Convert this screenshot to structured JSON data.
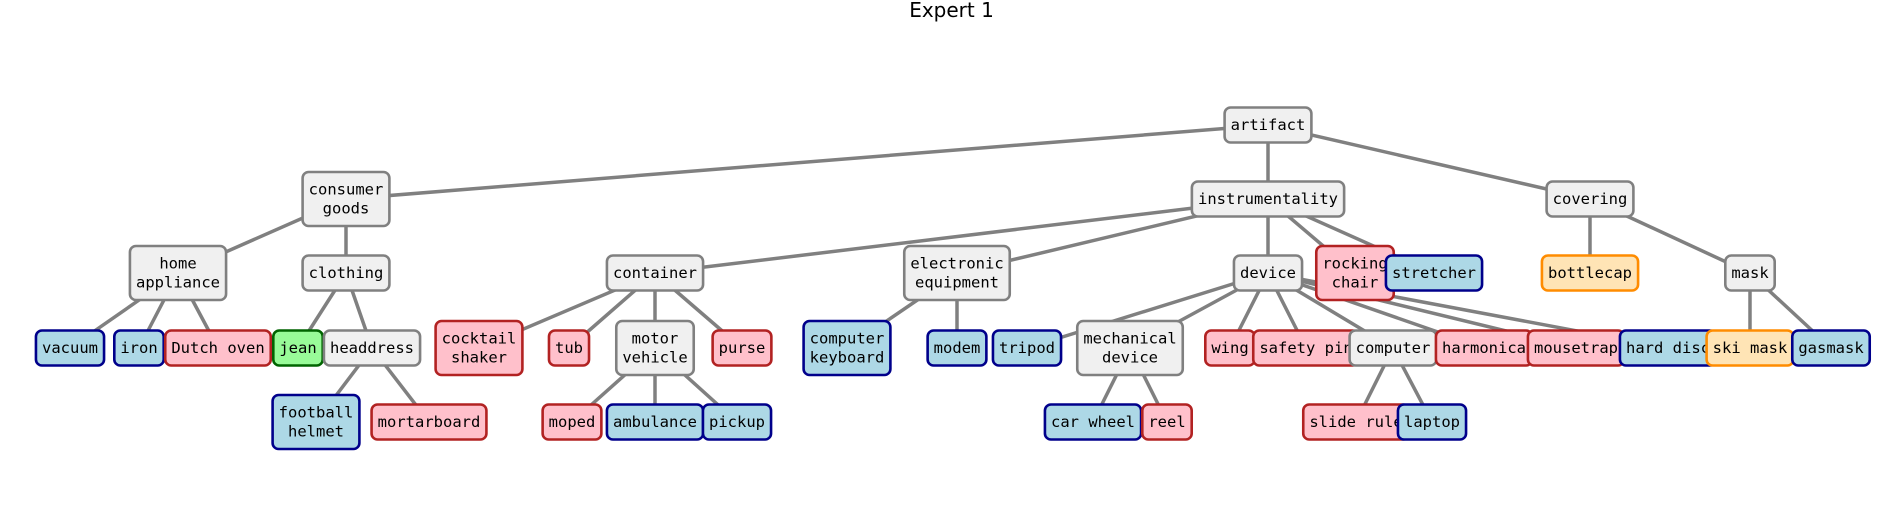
{
  "title": "Expert 1",
  "colors": {
    "internal": {
      "fill": "#f0f0f0",
      "stroke": "#808080"
    },
    "blue": {
      "fill": "#add8e6",
      "stroke": "#00008b"
    },
    "red": {
      "fill": "#ffc0cb",
      "stroke": "#b22222"
    },
    "green": {
      "fill": "#98fb98",
      "stroke": "#006400"
    },
    "orange": {
      "fill": "#ffe4b5",
      "stroke": "#ff8c00"
    },
    "edge": "#808080"
  },
  "nodes": [
    {
      "id": "artifact",
      "label": [
        "artifact"
      ],
      "style": "internal"
    },
    {
      "id": "consumer_goods",
      "label": [
        "consumer",
        "goods"
      ],
      "style": "internal",
      "parent": "artifact"
    },
    {
      "id": "instrumentality",
      "label": [
        "instrumentality"
      ],
      "style": "internal",
      "parent": "artifact"
    },
    {
      "id": "covering",
      "label": [
        "covering"
      ],
      "style": "internal",
      "parent": "artifact"
    },
    {
      "id": "home_appliance",
      "label": [
        "home",
        "appliance"
      ],
      "style": "internal",
      "parent": "consumer_goods"
    },
    {
      "id": "clothing",
      "label": [
        "clothing"
      ],
      "style": "internal",
      "parent": "consumer_goods"
    },
    {
      "id": "container",
      "label": [
        "container"
      ],
      "style": "internal",
      "parent": "instrumentality"
    },
    {
      "id": "electronic_equipment",
      "label": [
        "electronic",
        "equipment"
      ],
      "style": "internal",
      "parent": "instrumentality"
    },
    {
      "id": "device",
      "label": [
        "device"
      ],
      "style": "internal",
      "parent": "instrumentality"
    },
    {
      "id": "rocking_chair",
      "label": [
        "rocking",
        "chair"
      ],
      "style": "red",
      "parent": "instrumentality"
    },
    {
      "id": "stretcher",
      "label": [
        "stretcher"
      ],
      "style": "blue",
      "parent": "instrumentality"
    },
    {
      "id": "bottlecap",
      "label": [
        "bottlecap"
      ],
      "style": "orange",
      "parent": "covering"
    },
    {
      "id": "mask",
      "label": [
        "mask"
      ],
      "style": "internal",
      "parent": "covering"
    },
    {
      "id": "vacuum",
      "label": [
        "vacuum"
      ],
      "style": "blue",
      "parent": "home_appliance"
    },
    {
      "id": "iron",
      "label": [
        "iron"
      ],
      "style": "blue",
      "parent": "home_appliance"
    },
    {
      "id": "dutch_oven",
      "label": [
        "Dutch oven"
      ],
      "style": "red",
      "parent": "home_appliance"
    },
    {
      "id": "jean",
      "label": [
        "jean"
      ],
      "style": "green",
      "parent": "clothing"
    },
    {
      "id": "headdress",
      "label": [
        "headdress"
      ],
      "style": "internal",
      "parent": "clothing"
    },
    {
      "id": "cocktail_shaker",
      "label": [
        "cocktail",
        "shaker"
      ],
      "style": "red",
      "parent": "container"
    },
    {
      "id": "tub",
      "label": [
        "tub"
      ],
      "style": "red",
      "parent": "container"
    },
    {
      "id": "motor_vehicle",
      "label": [
        "motor",
        "vehicle"
      ],
      "style": "internal",
      "parent": "container"
    },
    {
      "id": "purse",
      "label": [
        "purse"
      ],
      "style": "red",
      "parent": "container"
    },
    {
      "id": "computer_keyboard",
      "label": [
        "computer",
        "keyboard"
      ],
      "style": "blue",
      "parent": "electronic_equipment"
    },
    {
      "id": "modem",
      "label": [
        "modem"
      ],
      "style": "blue",
      "parent": "electronic_equipment"
    },
    {
      "id": "tripod",
      "label": [
        "tripod"
      ],
      "style": "blue",
      "parent": "device"
    },
    {
      "id": "mechanical_device",
      "label": [
        "mechanical",
        "device"
      ],
      "style": "internal",
      "parent": "device"
    },
    {
      "id": "wing",
      "label": [
        "wing"
      ],
      "style": "red",
      "parent": "device"
    },
    {
      "id": "safety_pin",
      "label": [
        "safety pin"
      ],
      "style": "red",
      "parent": "device"
    },
    {
      "id": "computer",
      "label": [
        "computer"
      ],
      "style": "internal",
      "parent": "device"
    },
    {
      "id": "harmonica",
      "label": [
        "harmonica"
      ],
      "style": "red",
      "parent": "device"
    },
    {
      "id": "mousetrap",
      "label": [
        "mousetrap"
      ],
      "style": "red",
      "parent": "device"
    },
    {
      "id": "hard_disc",
      "label": [
        "hard disc"
      ],
      "style": "blue",
      "parent": "device"
    },
    {
      "id": "ski_mask",
      "label": [
        "ski mask"
      ],
      "style": "orange",
      "parent": "mask"
    },
    {
      "id": "gasmask",
      "label": [
        "gasmask"
      ],
      "style": "blue",
      "parent": "mask"
    },
    {
      "id": "football_helmet",
      "label": [
        "football",
        "helmet"
      ],
      "style": "blue",
      "parent": "headdress"
    },
    {
      "id": "mortarboard",
      "label": [
        "mortarboard"
      ],
      "style": "red",
      "parent": "headdress"
    },
    {
      "id": "moped",
      "label": [
        "moped"
      ],
      "style": "red",
      "parent": "motor_vehicle"
    },
    {
      "id": "ambulance",
      "label": [
        "ambulance"
      ],
      "style": "blue",
      "parent": "motor_vehicle"
    },
    {
      "id": "pickup",
      "label": [
        "pickup"
      ],
      "style": "blue",
      "parent": "motor_vehicle"
    },
    {
      "id": "car_wheel",
      "label": [
        "car wheel"
      ],
      "style": "blue",
      "parent": "mechanical_device"
    },
    {
      "id": "reel",
      "label": [
        "reel"
      ],
      "style": "red",
      "parent": "mechanical_device"
    },
    {
      "id": "slide_rule",
      "label": [
        "slide rule"
      ],
      "style": "red",
      "parent": "computer"
    },
    {
      "id": "laptop",
      "label": [
        "laptop"
      ],
      "style": "blue",
      "parent": "computer"
    }
  ]
}
